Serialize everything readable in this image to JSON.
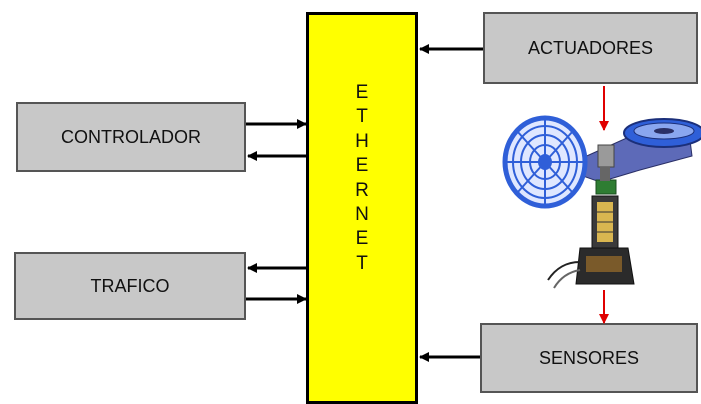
{
  "bus": {
    "label": "ETHERNET",
    "letters": [
      "E",
      "T",
      "H",
      "E",
      "R",
      "N",
      "E",
      "T"
    ]
  },
  "blocks": {
    "controlador": "CONTROLADOR",
    "trafico": "TRAFICO",
    "actuadores": "ACTUADORES",
    "sensores": "SENSORES"
  },
  "image": {
    "subject": "fan / turbine rig with actuator and sensor"
  },
  "colors": {
    "bus_fill": "#ffff00",
    "block_fill": "#c8c8c8",
    "arrow": "#000000",
    "signal_arrow": "#e00000",
    "fan_blue": "#2f5fd8"
  }
}
